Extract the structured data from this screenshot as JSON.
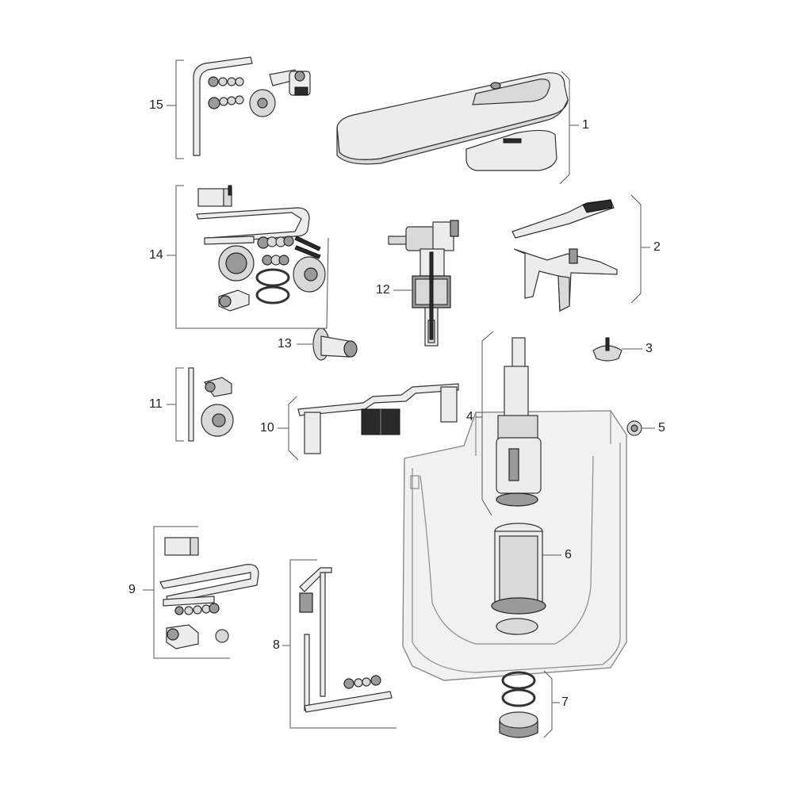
{
  "figure": {
    "callouts": [
      {
        "id": "c1",
        "number": "1"
      },
      {
        "id": "c2",
        "number": "2"
      },
      {
        "id": "c3",
        "number": "3"
      },
      {
        "id": "c4",
        "number": "4"
      },
      {
        "id": "c5",
        "number": "5"
      },
      {
        "id": "c6",
        "number": "6"
      },
      {
        "id": "c7",
        "number": "7"
      },
      {
        "id": "c8",
        "number": "8"
      },
      {
        "id": "c9",
        "number": "9"
      },
      {
        "id": "c10",
        "number": "10"
      },
      {
        "id": "c11",
        "number": "11"
      },
      {
        "id": "c12",
        "number": "12"
      },
      {
        "id": "c13",
        "number": "13"
      },
      {
        "id": "c14",
        "number": "14"
      },
      {
        "id": "c15",
        "number": "15"
      }
    ]
  }
}
